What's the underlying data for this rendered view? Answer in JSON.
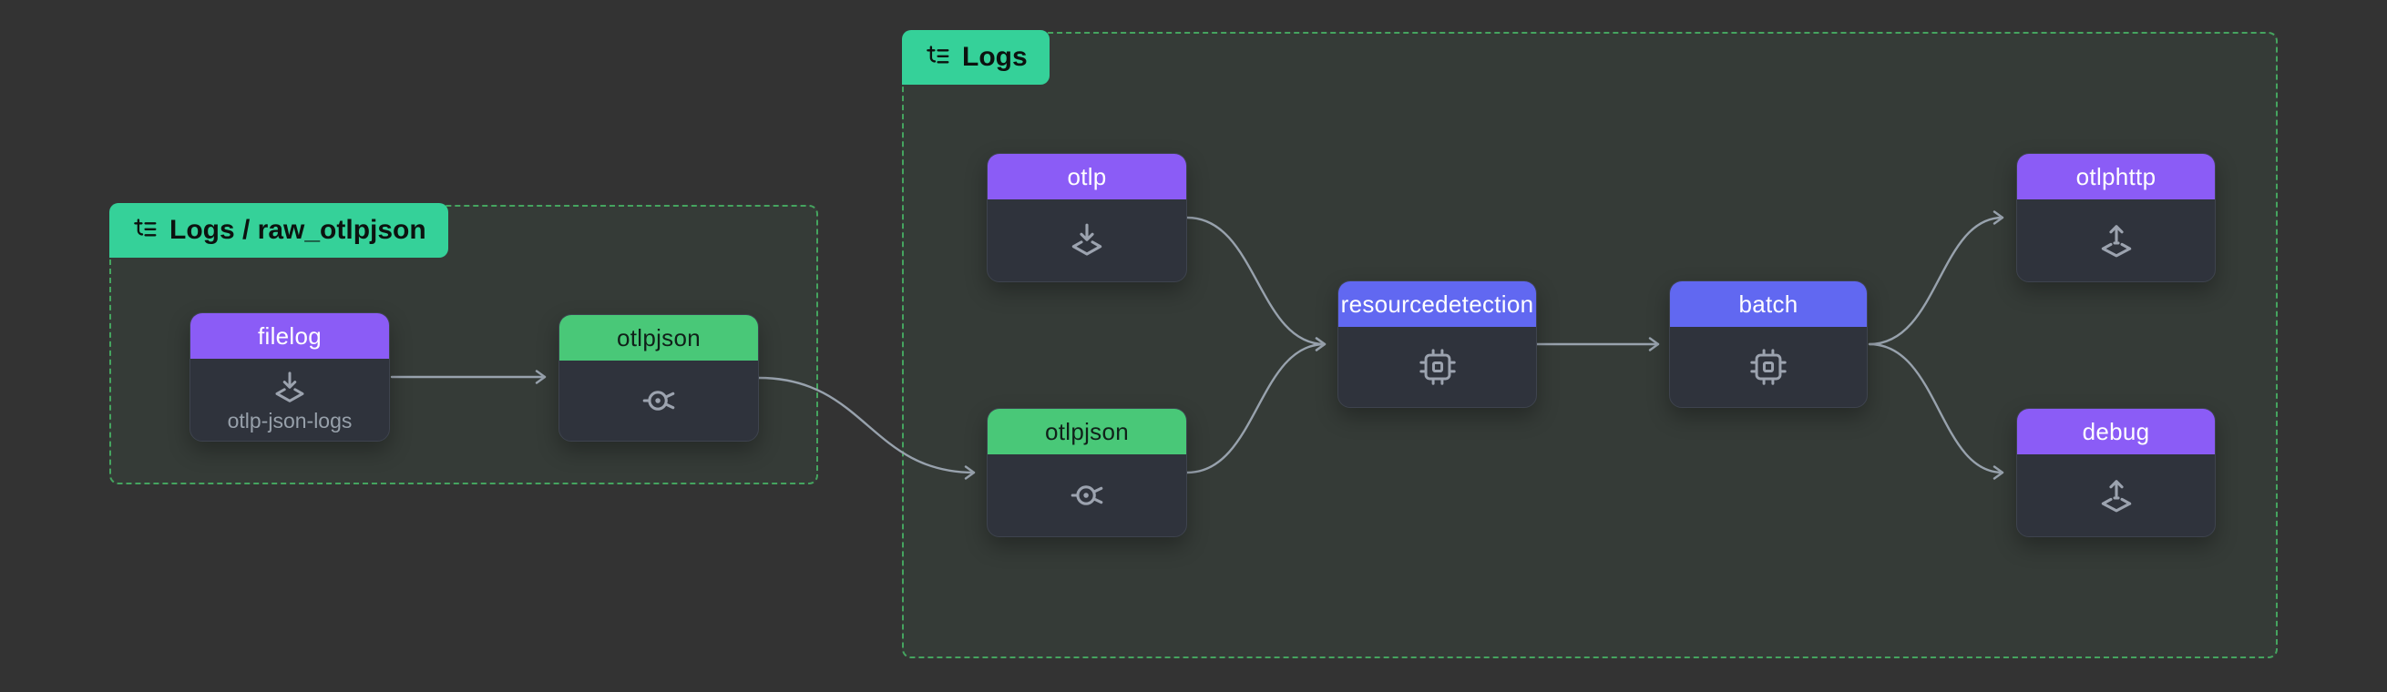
{
  "colors": {
    "canvas_bg": "#333333",
    "group_border": "#45a45f",
    "tag_bg": "#35d199",
    "tag_text": "#0c120f",
    "receiver_header": "#8b5cf6",
    "exporter_header": "#8b5cf6",
    "processor_header": "#6168f1",
    "connector_header": "#49c878",
    "node_body": "#2f333c",
    "edge": "#98a2ad",
    "icon": "#9ca3af",
    "sublabel_text": "#97a0aa"
  },
  "groups": [
    {
      "label": "Logs / raw_otlpjson",
      "icon": "logs-icon"
    },
    {
      "label": "Logs",
      "icon": "logs-icon"
    }
  ],
  "nodes": [
    {
      "label": "filelog",
      "type": "receiver",
      "icon": "receiver-icon",
      "sublabel": "otlp-json-logs",
      "pipeline": "Logs / raw_otlpjson"
    },
    {
      "label": "otlpjson",
      "type": "connector",
      "icon": "connector-icon",
      "pipeline": "Logs / raw_otlpjson"
    },
    {
      "label": "otlp",
      "type": "receiver",
      "icon": "receiver-icon",
      "pipeline": "Logs"
    },
    {
      "label": "otlpjson",
      "type": "connector",
      "icon": "connector-icon",
      "pipeline": "Logs"
    },
    {
      "label": "resourcedetection",
      "type": "processor",
      "icon": "processor-icon",
      "pipeline": "Logs"
    },
    {
      "label": "batch",
      "type": "processor",
      "icon": "processor-icon",
      "pipeline": "Logs"
    },
    {
      "label": "otlphttp",
      "type": "exporter",
      "icon": "exporter-icon",
      "pipeline": "Logs"
    },
    {
      "label": "debug",
      "type": "exporter",
      "icon": "exporter-icon",
      "pipeline": "Logs"
    }
  ],
  "edges": [
    {
      "from": "filelog",
      "to": "otlpjson",
      "pipeline": "Logs / raw_otlpjson"
    },
    {
      "from": "otlpjson (Logs / raw_otlpjson)",
      "to": "otlpjson (Logs)"
    },
    {
      "from": "otlp",
      "to": "resourcedetection"
    },
    {
      "from": "otlpjson (Logs)",
      "to": "resourcedetection"
    },
    {
      "from": "resourcedetection",
      "to": "batch"
    },
    {
      "from": "batch",
      "to": "otlphttp"
    },
    {
      "from": "batch",
      "to": "debug"
    }
  ]
}
